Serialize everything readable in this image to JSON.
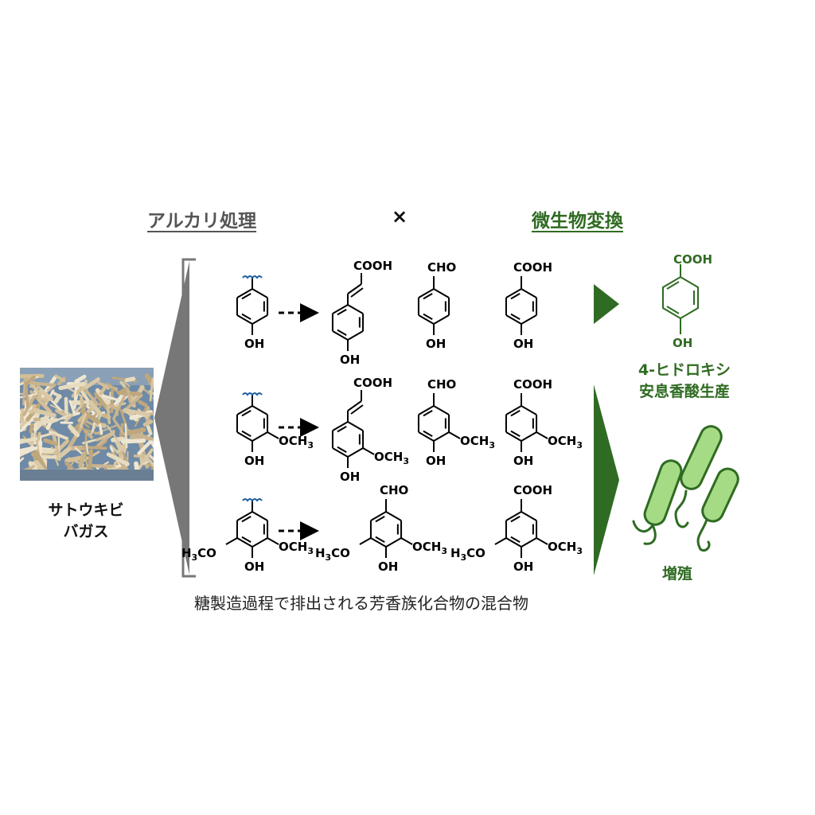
{
  "headers": {
    "alkali": "アルカリ処理",
    "times": "×",
    "microbial": "微生物変換"
  },
  "bagasse": {
    "line1": "サトウキビ",
    "line2": "バガス"
  },
  "caption": "糖製造過程で排出される芳香族化合物の混合物",
  "product": {
    "line1": "4-ヒドロキシ",
    "line2": "安息香酸生産",
    "cooh": "COOH",
    "oh": "OH"
  },
  "growth": "増殖",
  "groups": {
    "oh": "OH",
    "ome": "OCH",
    "ome_sub": "3",
    "cooh": "COOH",
    "cho": "CHO",
    "h3co_h": "H",
    "h3co_sub": "3",
    "h3co_rest": "CO"
  },
  "colors": {
    "green": "#2f6b22",
    "light_green": "#a6db86",
    "gray_frame": "#777777"
  }
}
